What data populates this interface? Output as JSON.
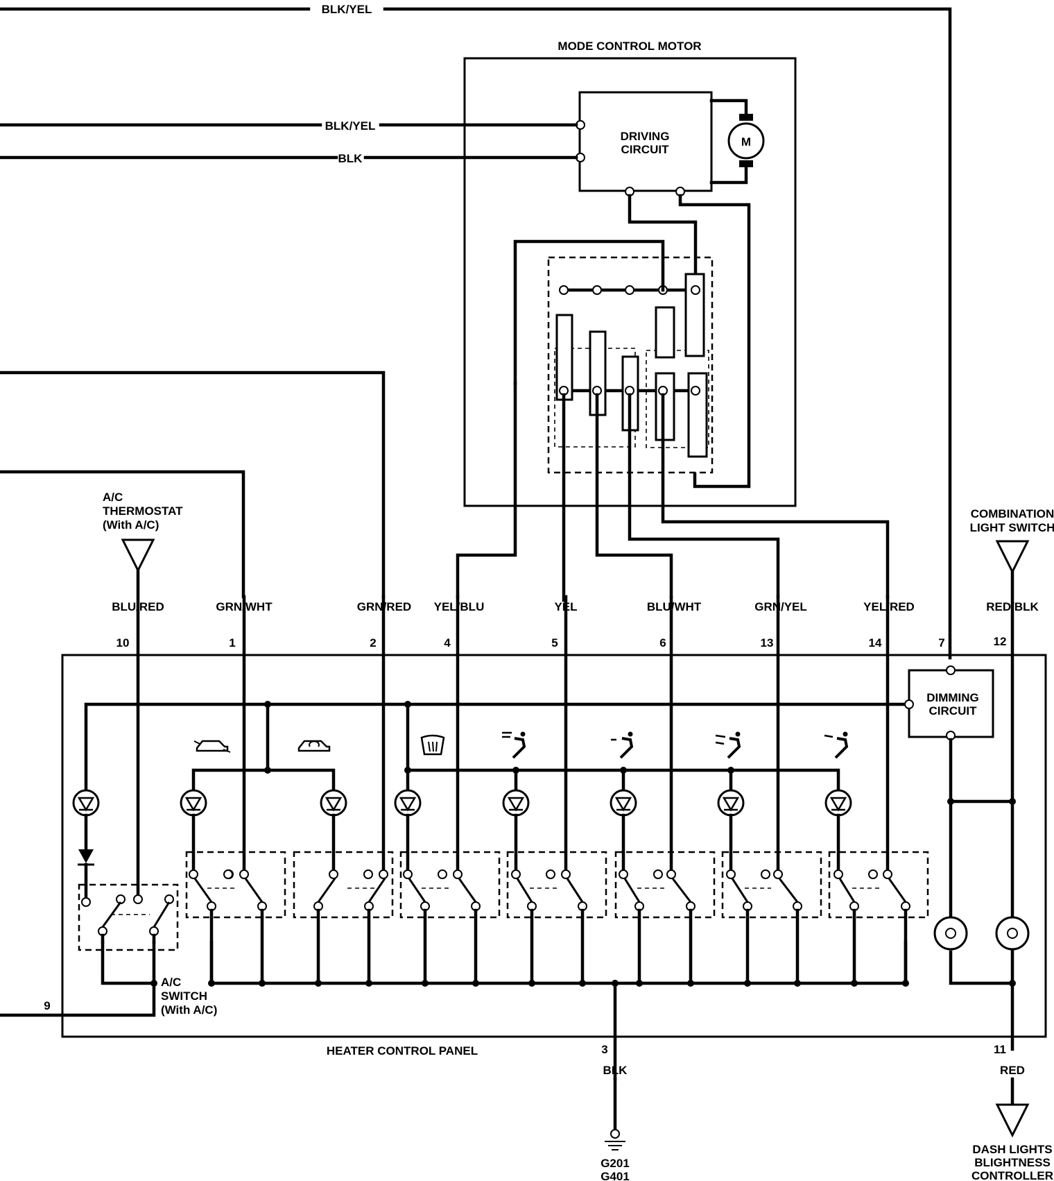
{
  "labels": {
    "top_wire": "BLK/YEL",
    "wire_blkyel": "BLK/YEL",
    "wire_blk": "BLK",
    "mode_motor": "MODE CONTROL MOTOR",
    "driving_circuit": [
      "DRIVING",
      "CIRCUIT"
    ],
    "motor_symbol": "M",
    "ac_thermostat": [
      "A/C",
      "THERMOSTAT",
      "(With A/C)"
    ],
    "combo_switch": [
      "COMBINATION",
      "LIGHT SWITCH"
    ],
    "dimming_circuit": [
      "DIMMING",
      "CIRCUIT"
    ],
    "ac_switch": [
      "A/C",
      "SWITCH",
      "(With A/C)"
    ],
    "panel": "HEATER CONTROL PANEL",
    "ground_wire": "BLK",
    "ground_ids": [
      "G201",
      "G401"
    ],
    "red_wire": "RED",
    "dash_controller": [
      "DASH LIGHTS",
      "BLIGHTNESS",
      "CONTROLLER"
    ]
  },
  "wires": [
    {
      "pin": "10",
      "color": "BLU/RED"
    },
    {
      "pin": "1",
      "color": "GRN/WHT"
    },
    {
      "pin": "2",
      "color": "GRN/RED"
    },
    {
      "pin": "4",
      "color": "YEL/BLU"
    },
    {
      "pin": "5",
      "color": "YEL"
    },
    {
      "pin": "6",
      "color": "BLU/WHT"
    },
    {
      "pin": "13",
      "color": "GRN/YEL"
    },
    {
      "pin": "14",
      "color": "YEL/RED"
    },
    {
      "pin": "7",
      "color": ""
    },
    {
      "pin": "12",
      "color": "RED/BLK"
    }
  ],
  "pins": {
    "left": "9",
    "ground": "3",
    "controller": "11"
  },
  "mode_icons": [
    "fresh-air-icon",
    "recirculate-icon",
    "defrost-icon",
    "defrost-floor-icon",
    "floor-icon",
    "bilevel-icon",
    "vent-icon"
  ]
}
